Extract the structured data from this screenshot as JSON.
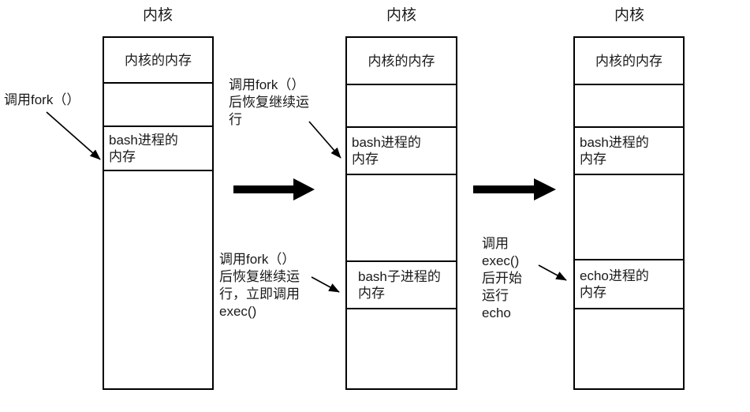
{
  "diagram": {
    "title_text": "内核",
    "columns": [
      {
        "id": "before-fork",
        "title": "内核",
        "cells": [
          {
            "label": "内核的内存"
          },
          {
            "label": ""
          },
          {
            "label": "bash进程的\n内存"
          },
          {
            "label": ""
          }
        ]
      },
      {
        "id": "after-fork",
        "title": "内核",
        "cells": [
          {
            "label": "内核的内存"
          },
          {
            "label": ""
          },
          {
            "label": "bash进程的\n内存"
          },
          {
            "label": ""
          },
          {
            "label": "bash子进程的\n内存"
          },
          {
            "label": ""
          }
        ]
      },
      {
        "id": "after-exec",
        "title": "内核",
        "cells": [
          {
            "label": "内核的内存"
          },
          {
            "label": ""
          },
          {
            "label": "bash进程的\n内存"
          },
          {
            "label": ""
          },
          {
            "label": "echo进程的\n内存"
          },
          {
            "label": ""
          }
        ]
      }
    ],
    "notes": [
      {
        "id": "call-fork",
        "text": "调用fork（）"
      },
      {
        "id": "fork-resume-parent",
        "text": "调用fork（）\n后恢复继续运\n行"
      },
      {
        "id": "fork-resume-child-exec",
        "text": "调用fork（）\n后恢复继续运\n行，立即调用\nexec()"
      },
      {
        "id": "exec-start-echo",
        "text": "调用\nexec()\n后开始\n运行\necho"
      }
    ],
    "transitions": [
      {
        "id": "fork-transition"
      },
      {
        "id": "exec-transition"
      }
    ],
    "colors": {
      "stroke": "#000000",
      "text": "#1a1a1a",
      "background": "#ffffff"
    }
  }
}
